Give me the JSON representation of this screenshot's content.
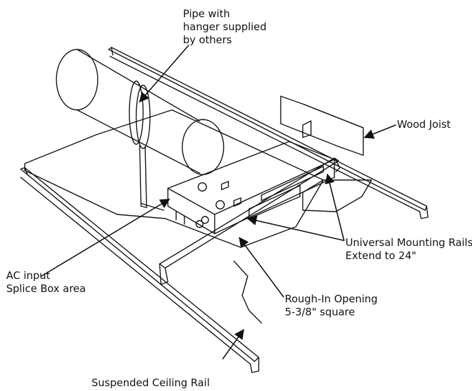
{
  "labels": {
    "pipe": [
      "Pipe with",
      "hanger supplied",
      "by others"
    ],
    "wood_joist": "Wood Joist",
    "mounting_rails": [
      "Universal Mounting Rails",
      "Extend to 24\""
    ],
    "ac_input": [
      "AC input",
      "Splice Box area"
    ],
    "rough_in": [
      "Rough-In Opening",
      "5-3/8\" square"
    ],
    "ceiling_rail": "Suspended Ceiling Rail"
  },
  "colors": {
    "line": "#111111",
    "background": "#ffffff"
  }
}
